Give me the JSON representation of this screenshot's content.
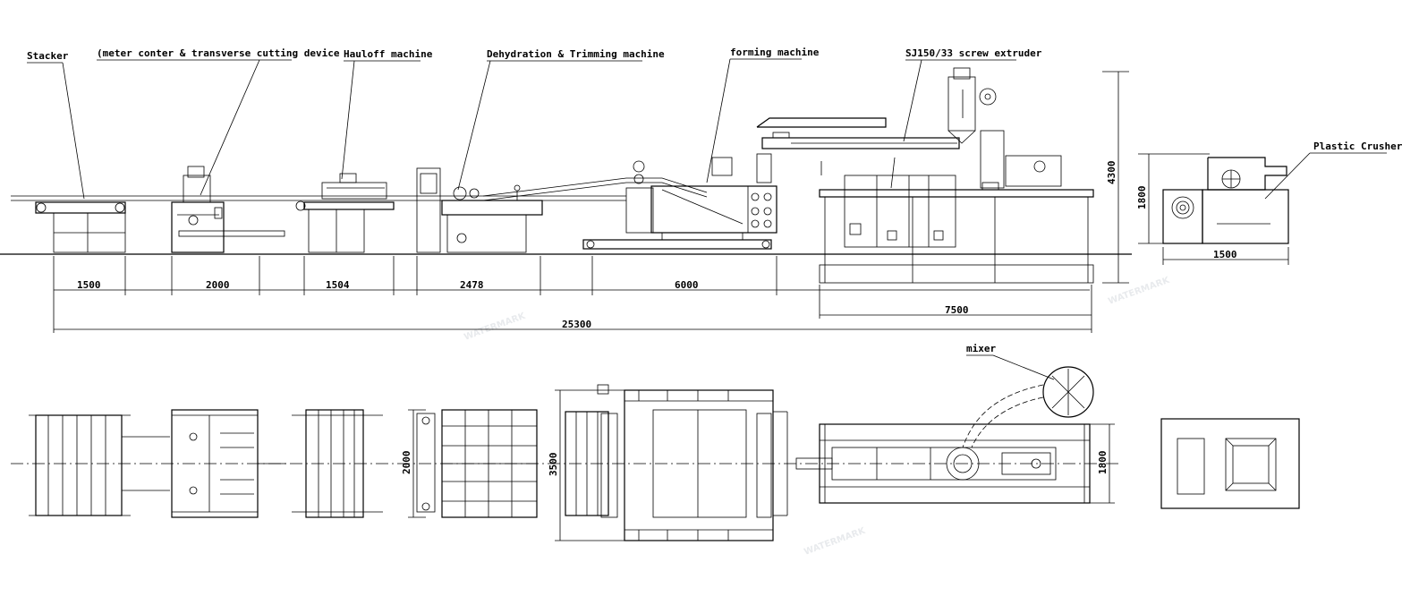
{
  "labels": {
    "stacker": "Stacker",
    "cutting": "(meter conter & transverse cutting device",
    "hauloff": "Hauloff machine",
    "dehydration": "Dehydration & Trimming machine",
    "forming": "forming machine",
    "extruder": "SJ150/33 screw extruder",
    "crusher": "Plastic Crusher",
    "mixer": "mixer"
  },
  "dimensions": {
    "stacker_len": "1500",
    "cutting_len": "2000",
    "hauloff_len": "1504",
    "dehydration_len": "2478",
    "forming_len": "6000",
    "extruder_len": "7500",
    "total_len": "25300",
    "extruder_height": "4300",
    "crusher_height": "1800",
    "crusher_len": "1500",
    "dehydration_width": "2000",
    "forming_width": "3500",
    "extruder_width": "1800"
  }
}
